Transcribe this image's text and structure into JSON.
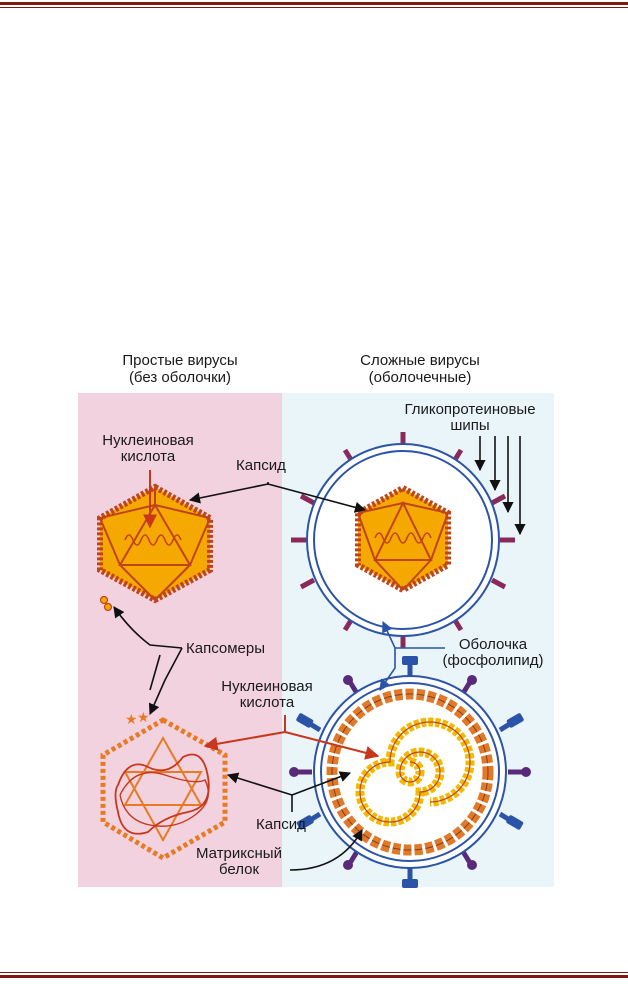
{
  "header": {
    "simple": [
      "Простые вирусы",
      "(без оболочки)"
    ],
    "complex": [
      "Сложные вирусы",
      "(оболочечные)"
    ]
  },
  "labels": {
    "nucleic_top": [
      "Нуклеиновая",
      "кислота"
    ],
    "capsid_top": "Капсид",
    "spikes": [
      "Гликопротеиновые",
      "шипы"
    ],
    "capsomers": "Капсомеры",
    "envelope": [
      "Оболочка",
      "(фосфолипид)"
    ],
    "nucleic_bottom": [
      "Нуклеиновая",
      "кислота"
    ],
    "capsid_bottom": "Капсид",
    "matrix": [
      "Матриксный",
      "белок"
    ]
  },
  "colors": {
    "left_panel": "#f2d2df",
    "right_panel": "#eaf5fa",
    "capsid_fill": "#f5a800",
    "capsid_edge": "#c0441a",
    "spike_purple": "#8a2a5a",
    "spike_blue": "#2b54a8",
    "matrix_beads": "#e07a2a",
    "rule": "#7a1c14"
  }
}
